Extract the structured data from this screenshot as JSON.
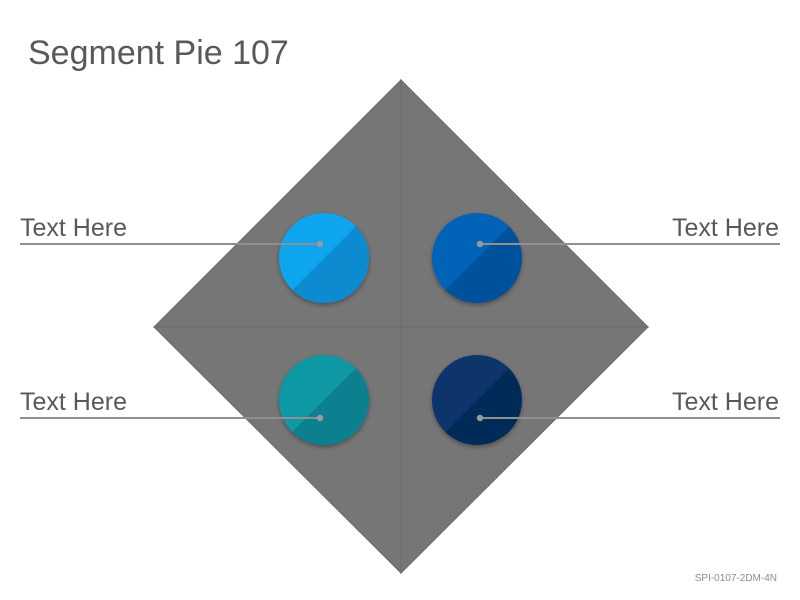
{
  "title": "Segment Pie 107",
  "segments": [
    {
      "label": "Text Here",
      "color": "#0ea5ee",
      "shade": "#0a8bd0"
    },
    {
      "label": "Text Here",
      "color": "#0563b8",
      "shade": "#04519c"
    },
    {
      "label": "Text Here",
      "color": "#0a98a3",
      "shade": "#07808f"
    },
    {
      "label": "Text Here",
      "color": "#07356c",
      "shade": "#062a58"
    }
  ],
  "diamond_color": "#767676",
  "leader_color": "#8f8f8f",
  "footer_code": "SPI-0107-2DM-4N"
}
